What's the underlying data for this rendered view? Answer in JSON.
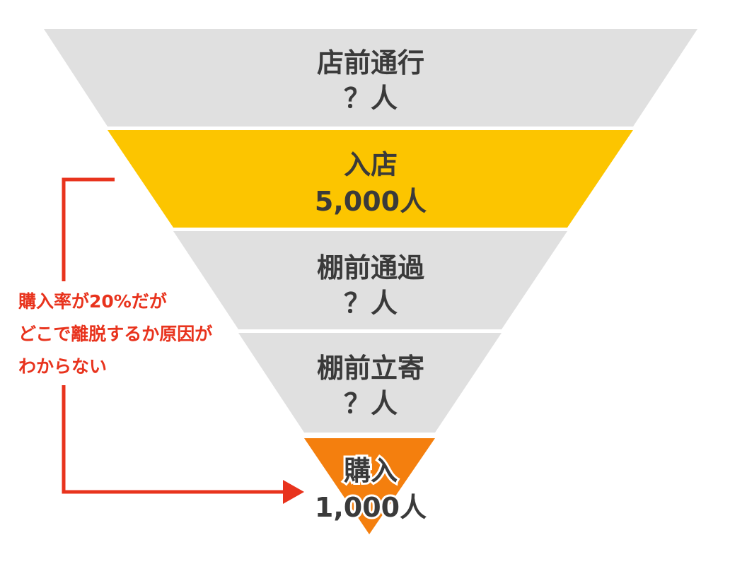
{
  "funnel": {
    "stages": [
      {
        "id": "pass-by",
        "name": "店前通行",
        "count": "？人",
        "color": "#e0e0e0"
      },
      {
        "id": "store-entry",
        "name": "入店",
        "count": "5,000人",
        "color": "#fcc500"
      },
      {
        "id": "shelf-pass",
        "name": "棚前通過",
        "count": "？人",
        "color": "#e0e0e0"
      },
      {
        "id": "shelf-stop",
        "name": "棚前立寄",
        "count": "？人",
        "color": "#e0e0e0"
      },
      {
        "id": "purchase",
        "name": "購入",
        "count": "1,000人",
        "color": "#f47f0e"
      }
    ]
  },
  "annotation": {
    "lines": [
      "購入率が20%だが",
      "どこで離脱するか原因が",
      "わからない"
    ],
    "color": "#e8331d"
  }
}
